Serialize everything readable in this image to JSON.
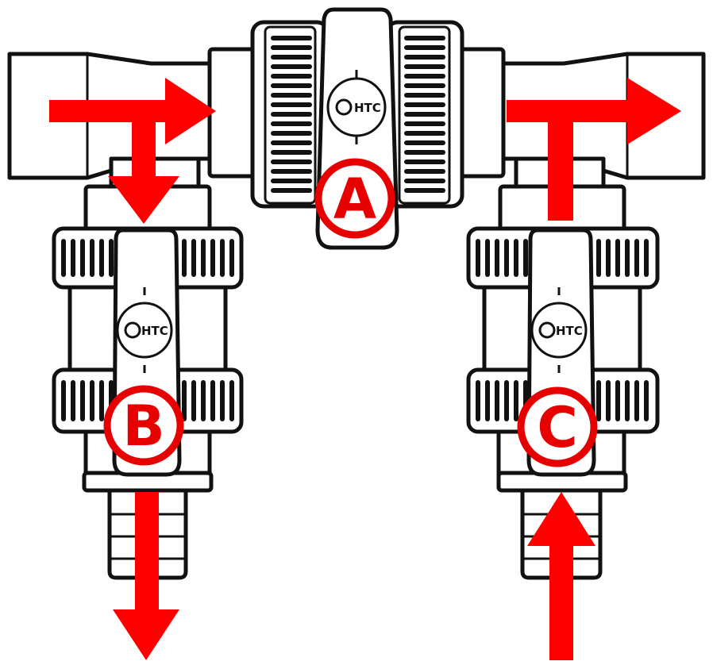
{
  "colors": {
    "flow_arrow": "#ff0000",
    "outline": "#111111",
    "body_fill": "#ffffff",
    "label_ring": "#e60000"
  },
  "brand": "HTC",
  "valves": [
    {
      "id": "A",
      "label": "A"
    },
    {
      "id": "B",
      "label": "B"
    },
    {
      "id": "C",
      "label": "C"
    }
  ],
  "flow_arrows": [
    {
      "id": "inlet-top-left",
      "direction": "right"
    },
    {
      "id": "to-valve-b",
      "direction": "down"
    },
    {
      "id": "outlet-b",
      "direction": "down"
    },
    {
      "id": "inlet-c",
      "direction": "up"
    },
    {
      "id": "riser-c",
      "direction": "up"
    },
    {
      "id": "outlet-top-right",
      "direction": "right"
    }
  ]
}
